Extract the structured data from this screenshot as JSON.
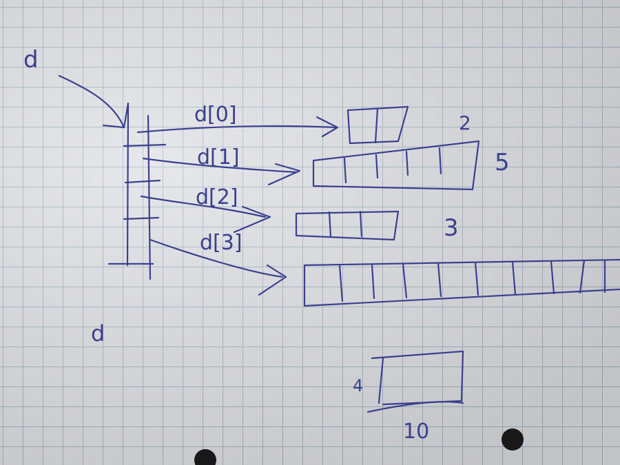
{
  "labels": {
    "pointer_top": "d",
    "arr0": "d[0]",
    "arr1": "d[1]",
    "arr2": "d[2]",
    "arr3": "d[3]",
    "size0": "2",
    "size1": "5",
    "size2": "3",
    "pointer_bottom": "d",
    "rect_height": "4",
    "rect_width": "10"
  },
  "colors": {
    "ink": "#3a3f8f",
    "grid": "#9fb3c4",
    "paper": "#dedfe3",
    "hole": "#1a1718"
  }
}
